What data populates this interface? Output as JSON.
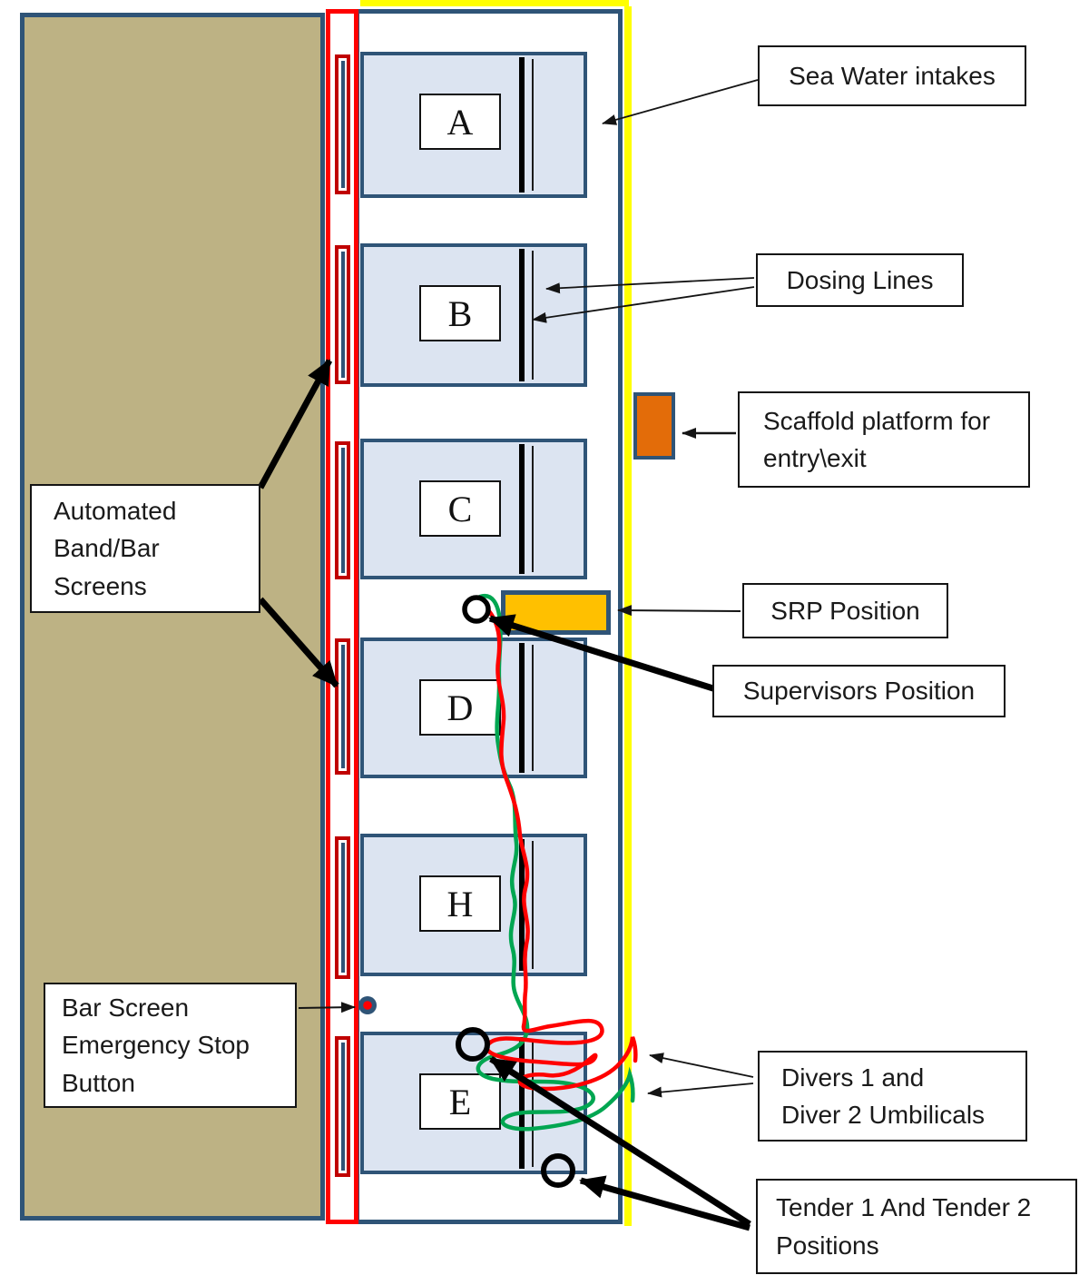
{
  "diagram": {
    "title_context": "Sea water intake diving work-site layout",
    "labels": {
      "sea_water_intakes": "Sea Water intakes",
      "dosing_lines": "Dosing Lines",
      "scaffold_platform": "Scaffold platform for\nentry\\exit",
      "srp_position": "SRP Position",
      "supervisors_position": "Supervisors Position",
      "automated_screens": "Automated\nBand/Bar\nScreens",
      "emergency_stop": "Bar Screen\nEmergency Stop\nButton",
      "divers_umbilicals": "Divers 1 and\nDiver 2 Umbilicals",
      "tender_positions": "Tender 1 And Tender 2\nPositions"
    },
    "intakes": [
      {
        "letter": "A"
      },
      {
        "letter": "B"
      },
      {
        "letter": "C"
      },
      {
        "letter": "D"
      },
      {
        "letter": "H"
      },
      {
        "letter": "E"
      }
    ],
    "colors": {
      "ground_tan": "#bdb284",
      "border_blue": "#2f5477",
      "intake_fill": "#dce4f1",
      "screen_lane_red": "#ff0000",
      "bar_screen_red": "#c00000",
      "walkway_yellow": "#ffff00",
      "scaffold_orange": "#e36c09",
      "srp_amber": "#ffc000",
      "umbilical_diver_1": "#ff0000",
      "umbilical_diver_2": "#00a651"
    }
  }
}
